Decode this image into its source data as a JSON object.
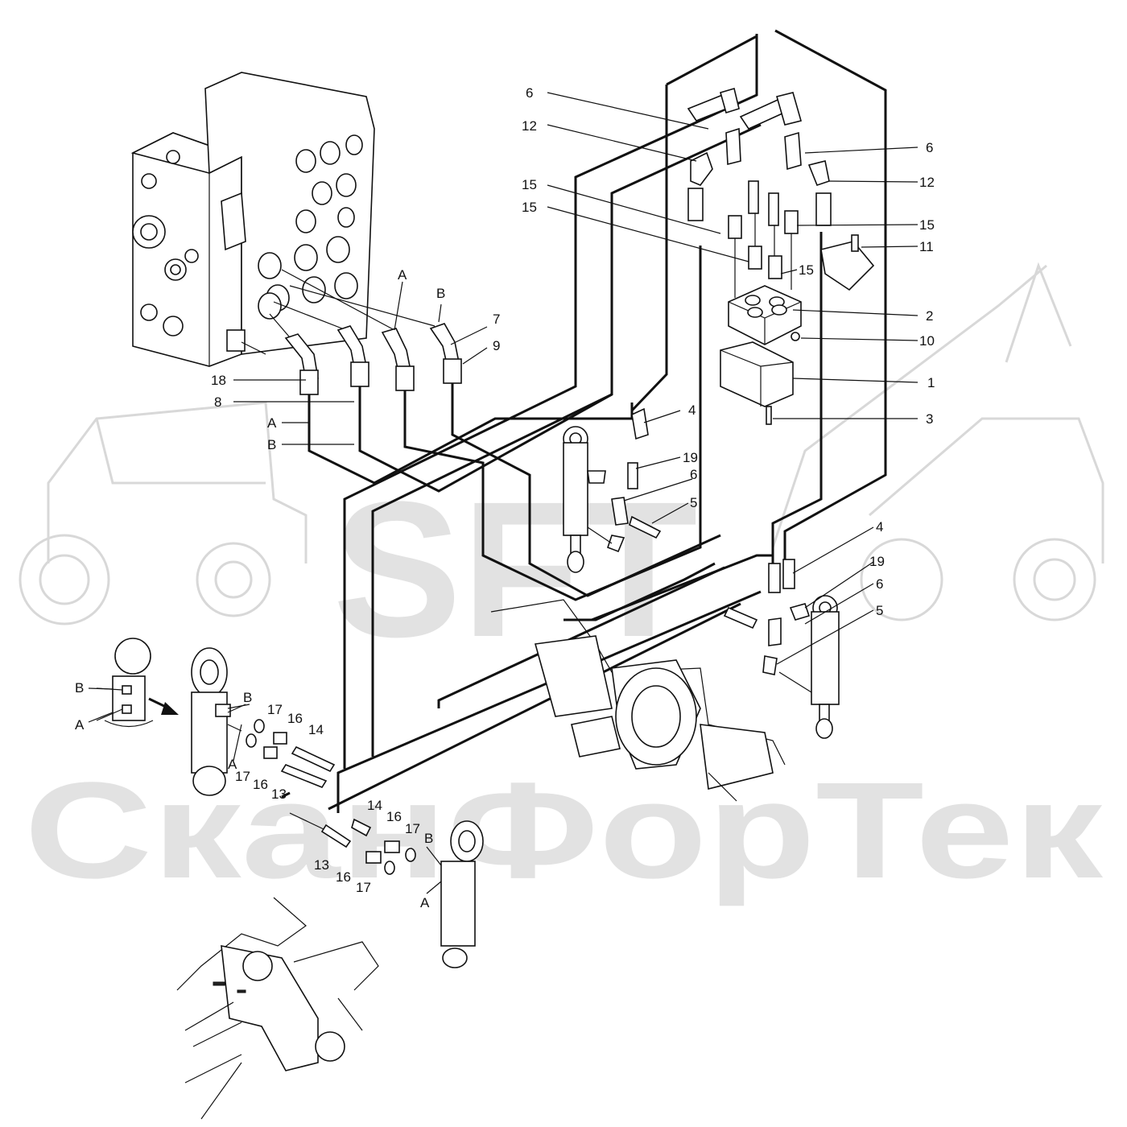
{
  "watermark": {
    "logo_text": "SFT",
    "brand_text": "СканФорТек"
  },
  "callouts": [
    {
      "id": "c-6a",
      "text": "6"
    },
    {
      "id": "c-12a",
      "text": "12"
    },
    {
      "id": "c-15a",
      "text": "15"
    },
    {
      "id": "c-15b",
      "text": "15"
    },
    {
      "id": "c-6b",
      "text": "6"
    },
    {
      "id": "c-12b",
      "text": "12"
    },
    {
      "id": "c-15c",
      "text": "15"
    },
    {
      "id": "c-11",
      "text": "11"
    },
    {
      "id": "c-15d",
      "text": "15"
    },
    {
      "id": "c-2",
      "text": "2"
    },
    {
      "id": "c-10",
      "text": "10"
    },
    {
      "id": "c-1",
      "text": "1"
    },
    {
      "id": "c-3",
      "text": "3"
    },
    {
      "id": "c-A1",
      "text": "A"
    },
    {
      "id": "c-B1",
      "text": "B"
    },
    {
      "id": "c-7",
      "text": "7"
    },
    {
      "id": "c-9",
      "text": "9"
    },
    {
      "id": "c-18",
      "text": "18"
    },
    {
      "id": "c-8",
      "text": "8"
    },
    {
      "id": "c-A2",
      "text": "A"
    },
    {
      "id": "c-B2",
      "text": "B"
    },
    {
      "id": "c-4a",
      "text": "4"
    },
    {
      "id": "c-19a",
      "text": "19"
    },
    {
      "id": "c-6c",
      "text": "6"
    },
    {
      "id": "c-5a",
      "text": "5"
    },
    {
      "id": "c-4b",
      "text": "4"
    },
    {
      "id": "c-19b",
      "text": "19"
    },
    {
      "id": "c-6d",
      "text": "6"
    },
    {
      "id": "c-5b",
      "text": "5"
    },
    {
      "id": "c-B3",
      "text": "B"
    },
    {
      "id": "c-A3",
      "text": "A"
    },
    {
      "id": "c-B4",
      "text": "B"
    },
    {
      "id": "c-A4",
      "text": "A"
    },
    {
      "id": "c-17a",
      "text": "17"
    },
    {
      "id": "c-16a",
      "text": "16"
    },
    {
      "id": "c-14a",
      "text": "14"
    },
    {
      "id": "c-17b",
      "text": "17"
    },
    {
      "id": "c-16b",
      "text": "16"
    },
    {
      "id": "c-13a",
      "text": "13"
    },
    {
      "id": "c-14b",
      "text": "14"
    },
    {
      "id": "c-16c",
      "text": "16"
    },
    {
      "id": "c-17c",
      "text": "17"
    },
    {
      "id": "c-B5",
      "text": "B"
    },
    {
      "id": "c-13b",
      "text": "13"
    },
    {
      "id": "c-16d",
      "text": "16"
    },
    {
      "id": "c-17d",
      "text": "17"
    },
    {
      "id": "c-A5",
      "text": "A"
    }
  ]
}
